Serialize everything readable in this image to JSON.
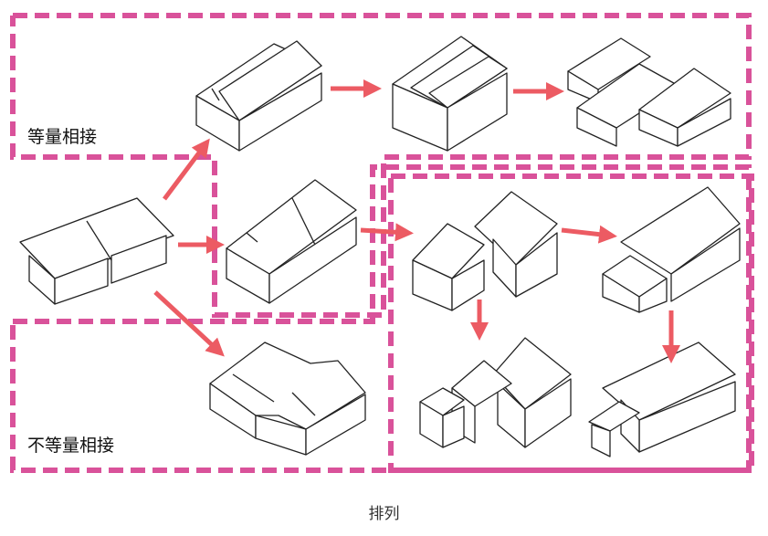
{
  "labels": {
    "equal_joining": "等量相接",
    "unequal_joining": "不等量相接"
  },
  "caption": "排列",
  "colors": {
    "group_border": "#d9529a",
    "arrow": "#ec5b63",
    "line": "#222222",
    "background": "#ffffff"
  },
  "icons": {
    "houses": "house-sketch",
    "arrows": "arrow-right"
  }
}
